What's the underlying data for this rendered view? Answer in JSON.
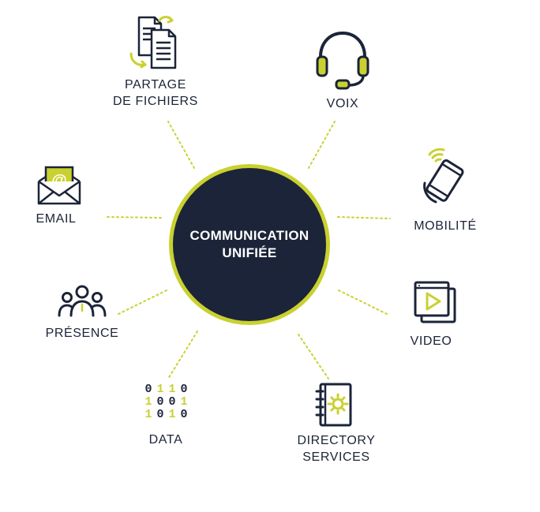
{
  "center": {
    "line1": "COMMUNICATION",
    "line2": "UNIFIÉE"
  },
  "colors": {
    "navy": "#1b2438",
    "accent": "#c9d130"
  },
  "nodes": {
    "partage": {
      "line1": "PARTAGE",
      "line2": "DE FICHIERS",
      "icon": "file-sharing-icon"
    },
    "voix": {
      "label": "VOIX",
      "icon": "headset-icon"
    },
    "mobilite": {
      "label": "MOBILITÉ",
      "icon": "mobile-phone-icon"
    },
    "video": {
      "label": "VIDEO",
      "icon": "video-icon"
    },
    "directory": {
      "line1": "DIRECTORY",
      "line2": "SERVICES",
      "icon": "directory-book-icon"
    },
    "data": {
      "label": "DATA",
      "icon": "binary-data-icon"
    },
    "presence": {
      "label": "PRÉSENCE",
      "icon": "people-group-icon"
    },
    "email": {
      "label": "EMAIL",
      "icon": "envelope-icon"
    }
  },
  "binary": {
    "row1": [
      "0",
      "1",
      "1",
      "0"
    ],
    "row2": [
      "1",
      "0",
      "0",
      "1"
    ],
    "row3": [
      "1",
      "0",
      "1",
      "0"
    ]
  }
}
